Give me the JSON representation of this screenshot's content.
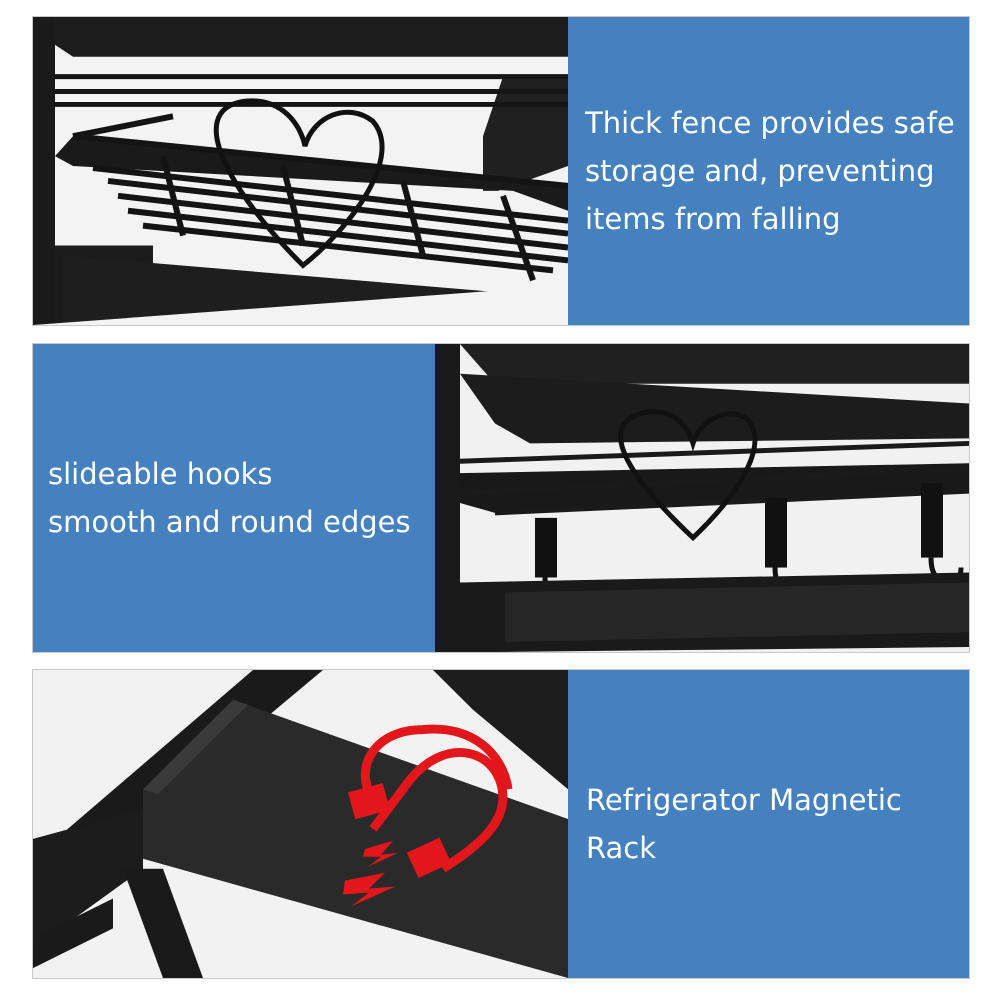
{
  "panels": [
    {
      "caption_lines": [
        "Thick fence provides safe",
        "storage and, preventing",
        "items from falling"
      ],
      "photo_subject": "heart-shaped wire fence on black metal shelf"
    },
    {
      "caption_lines": [
        "slideable hooks",
        "smooth and round edges"
      ],
      "photo_subject": "black shelf with sliding J-hooks and heart fence"
    },
    {
      "caption_lines": [
        "Refrigerator Magnetic",
        "Rack"
      ],
      "photo_subject": "black rack side panel with red magnet icon"
    }
  ],
  "colors": {
    "caption_background": "#4580bf",
    "caption_text": "#ffffff",
    "magnet": "#e3161b",
    "metal": "#1c1c1c"
  },
  "icons": [
    "heart-fence-icon",
    "hook-icon",
    "magnet-icon",
    "lightning-icon"
  ]
}
